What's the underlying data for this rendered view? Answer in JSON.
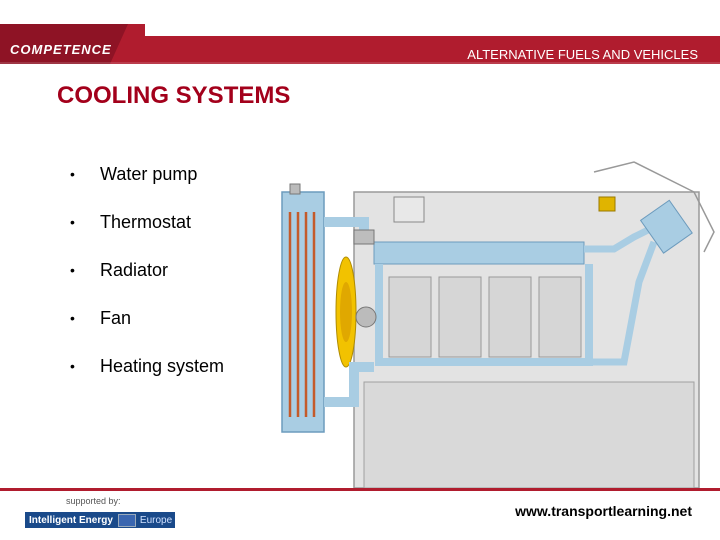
{
  "header": {
    "brand": "COMPETENCE",
    "title": "ALTERNATIVE FUELS AND VEHICLES"
  },
  "slide": {
    "title": "COOLING SYSTEMS",
    "bullets": [
      {
        "text": "Water pump"
      },
      {
        "text": "Thermostat"
      },
      {
        "text": "Radiator"
      },
      {
        "text": "Fan"
      },
      {
        "text": "Heating system"
      }
    ]
  },
  "footer": {
    "supported_by": "supported by:",
    "logo_main": "Intelligent Energy",
    "logo_sub": "Europe",
    "website": "www.transportlearning.net"
  },
  "colors": {
    "brand_red": "#b01c2e",
    "title_red": "#a3001b",
    "coolant_blue": "#a9cde3"
  }
}
